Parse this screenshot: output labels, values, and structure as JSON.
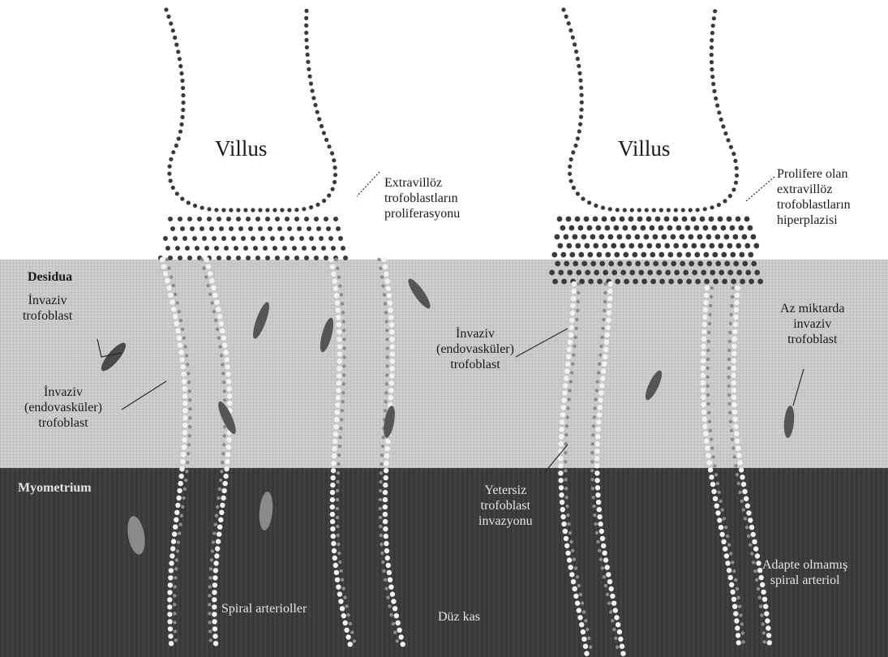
{
  "layers": {
    "desidua_label": "Desidua",
    "myometrium_label": "Myometrium"
  },
  "left_panel": {
    "villus_label": "Villus",
    "extravillous_label": [
      "Extravillöz",
      "trofoblastların",
      "proliferasyonu"
    ],
    "interstitial_label": [
      "İnvaziv",
      "trofoblast"
    ],
    "endovascular_left_label": [
      "İnvaziv",
      "(endovasküler)",
      "trofoblast"
    ],
    "endovascular_center_label": [
      "İnvaziv",
      "(endovasküler)",
      "trofoblast"
    ],
    "spiral_label": "Spiral arterioller"
  },
  "middle": {
    "smooth_muscle_label": "Düz kas"
  },
  "right_panel": {
    "villus_label": "Villus",
    "hyperplasia_label": [
      "Prolifere olan",
      "extravillöz",
      "trofoblastların",
      "hiperplazisi"
    ],
    "few_invasive_label": [
      "Az miktarda",
      "invaziv",
      "trofoblast"
    ],
    "insufficient_label": [
      "Yetersiz",
      "trofoblast",
      "invazyonu"
    ],
    "unadapted_label": [
      "Adapte olmamış",
      "spiral arteriol"
    ]
  },
  "colors": {
    "background": "#ffffff",
    "decidua": "#c9c9c9",
    "myometrium": "#3c3c3c",
    "trophoblast_dot": "#3a3a3a",
    "vessel_wall": "#f2f2f2",
    "leader_line": "#2a2a2a"
  }
}
